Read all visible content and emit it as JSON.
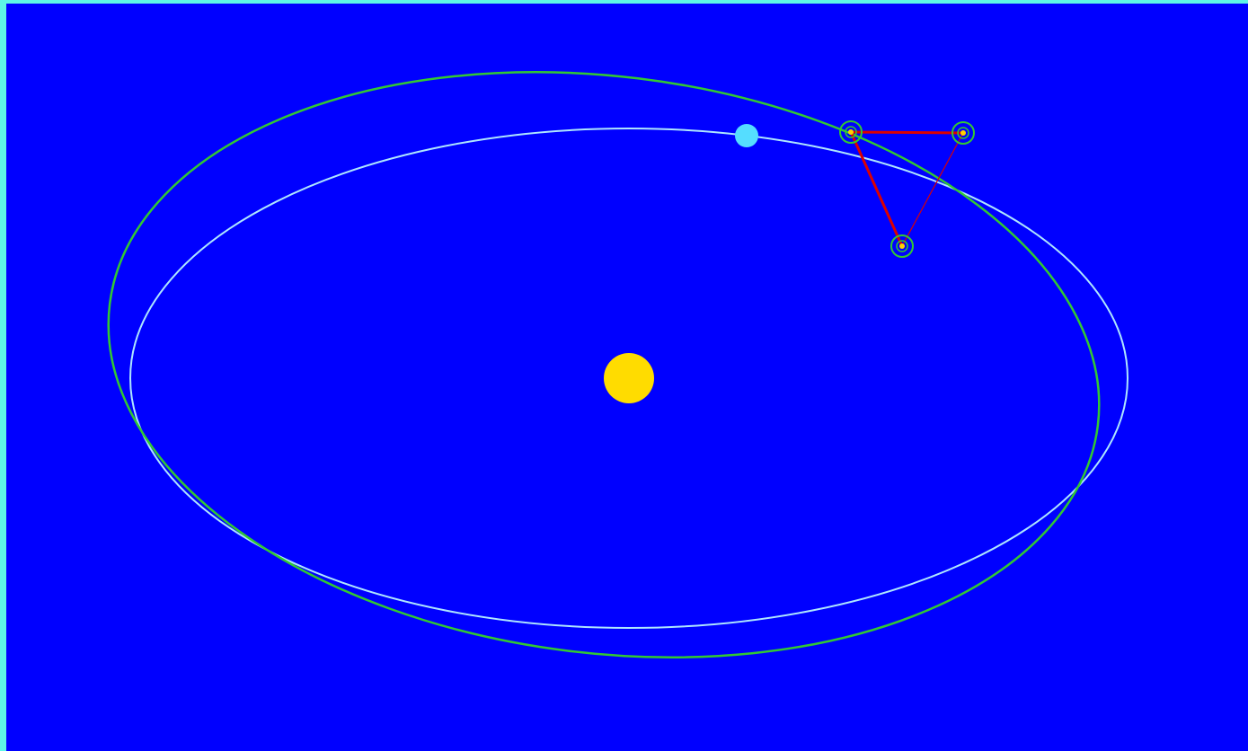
{
  "scene": {
    "background_color": "#0000ff",
    "frame_color": "#5ef5e6",
    "sun": {
      "name": "sun",
      "color": "#ffdc00"
    },
    "earth": {
      "name": "earth",
      "color": "#55ddff"
    },
    "earth_orbit": {
      "name": "earth-orbit",
      "color": "#aee6ff"
    },
    "spacecraft_orbit": {
      "name": "spacecraft-orbit",
      "color": "#32c832"
    },
    "formation": {
      "spacecraft_count": 3,
      "spacecraft_color": "#32c832",
      "marker_color": "#ffd200",
      "link_color": "#dc0000"
    }
  }
}
